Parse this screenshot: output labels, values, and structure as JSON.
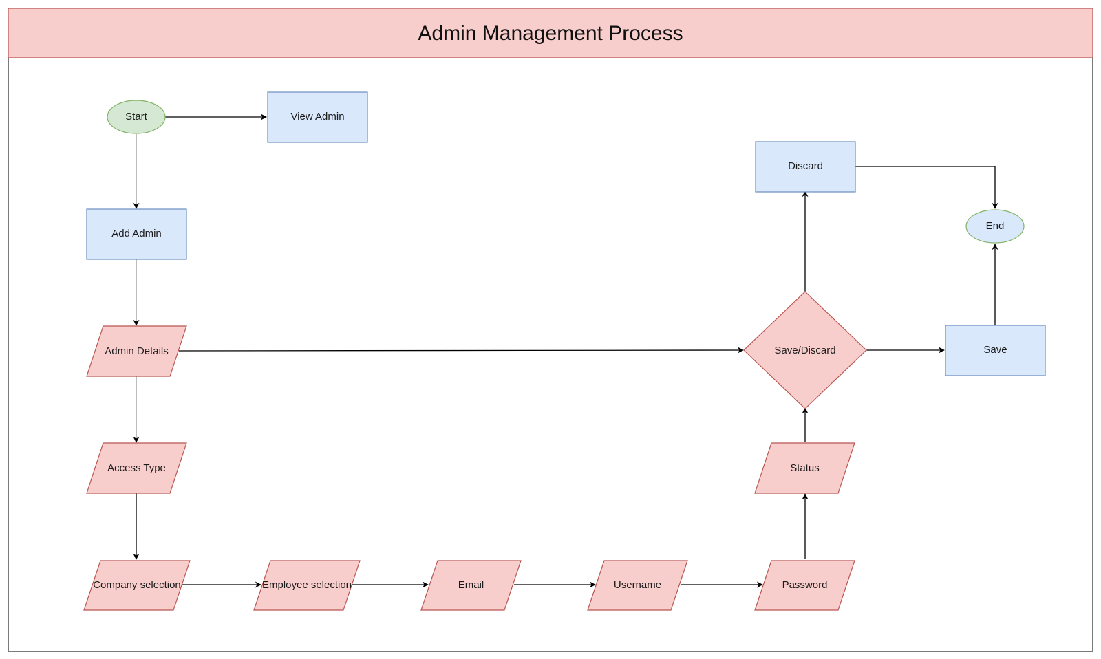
{
  "title": "Admin Management Process",
  "colors": {
    "header_fill": "#f8cecc",
    "header_stroke": "#b85450",
    "frame_stroke": "#222222",
    "terminal_fill": "#d5e8d4",
    "terminal_stroke": "#82b366",
    "end_fill": "#dae8fc",
    "end_stroke": "#6c8ebf",
    "process_fill": "#dae8fc",
    "process_stroke": "#6c8ebf",
    "io_fill": "#f8cecc",
    "io_stroke": "#b85450",
    "edge_dark": "#000000",
    "edge_light": "#999999"
  },
  "nodes": {
    "start": "Start",
    "view_admin": "View Admin",
    "add_admin": "Add Admin",
    "admin_details": "Admin Details",
    "access_type": "Access Type",
    "company_selection": "Company selection",
    "employee_selection": "Employee selection",
    "email": "Email",
    "username": "Username",
    "password": "Password",
    "status": "Status",
    "save_discard": "Save/Discard",
    "discard": "Discard",
    "save": "Save",
    "end": "End"
  }
}
